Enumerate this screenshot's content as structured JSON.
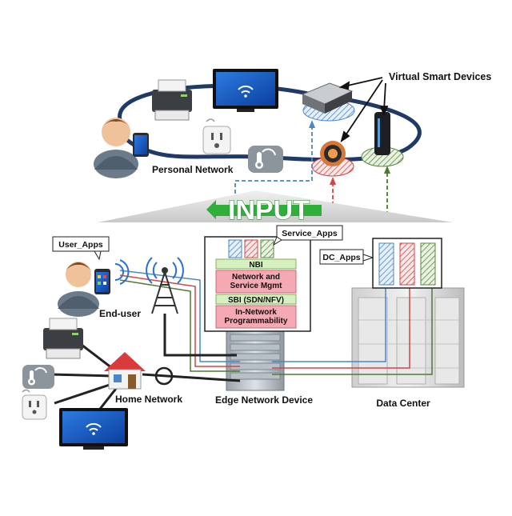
{
  "top_section": {
    "virtual_devices_label": "Virtual Smart Devices",
    "personal_network_label": "Personal Network"
  },
  "banner": {
    "input_label": "INPUT"
  },
  "edge_device": {
    "service_apps_label": "Service_Apps",
    "stack": [
      {
        "label_lines": [
          "NBI"
        ]
      },
      {
        "label_lines": [
          "Network and",
          "Service Mgmt"
        ]
      },
      {
        "label_lines": [
          "SBI (SDN/NFV)"
        ]
      },
      {
        "label_lines": [
          "In-Network",
          "Programmability"
        ]
      }
    ],
    "caption": "Edge Network Device"
  },
  "end_user": {
    "user_apps_label": "User_Apps",
    "caption": "End-user"
  },
  "home": {
    "caption": "Home Network"
  },
  "data_center": {
    "dc_apps_label": "DC_Apps",
    "caption": "Data Center"
  },
  "colors": {
    "blue": "#3f7fc7",
    "red": "#d24a4a",
    "green": "#4e7a36",
    "navy": "#1f3a66",
    "nbi_green": "#d6f0c0",
    "mgmt_pink": "#f4a9b3",
    "input_green": "#2fae3a"
  }
}
